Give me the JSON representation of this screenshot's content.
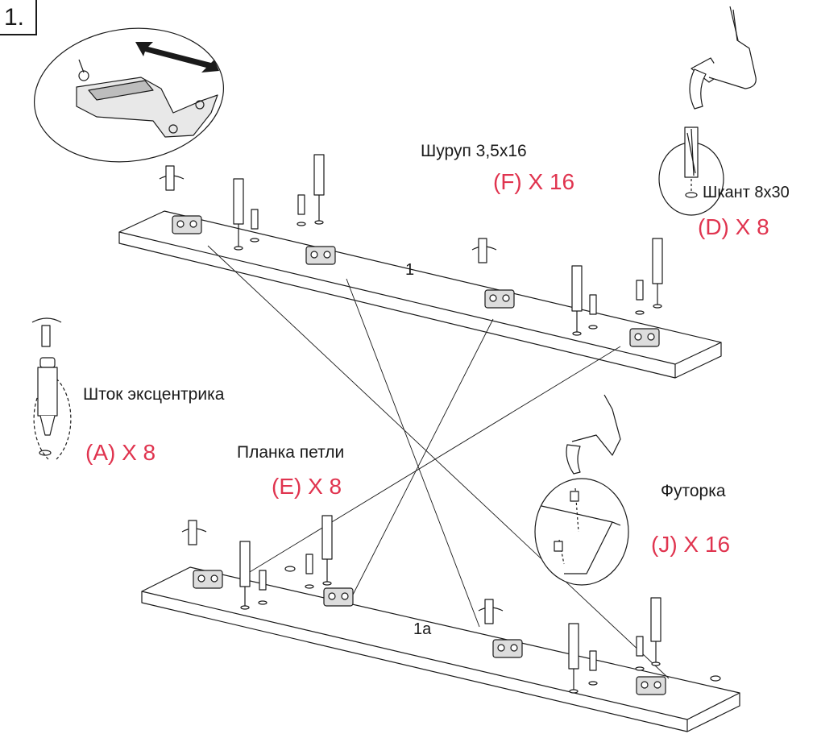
{
  "step": "1.",
  "colors": {
    "accent": "#e0344f",
    "line": "#1a1a1a"
  },
  "panels": {
    "top_label": "1",
    "bottom_label": "1a"
  },
  "parts": {
    "screw": {
      "name": "Шуруп 3,5x16",
      "qty": "(F) X 16"
    },
    "dowel": {
      "name": "Шкант 8x30",
      "qty": "(D) X 8"
    },
    "cam_rod": {
      "name": "Шток эксцентрика",
      "qty": "(A) X 8"
    },
    "hinge_plate": {
      "name": "Планка петли",
      "qty": "(E) X 8"
    },
    "insert_nut": {
      "name": "Футорка",
      "qty": "(J) X 16"
    }
  },
  "icons": [
    "screwdriver-rotate-icon",
    "hammer-icon",
    "hinge-detail-icon",
    "double-arrow-icon"
  ]
}
